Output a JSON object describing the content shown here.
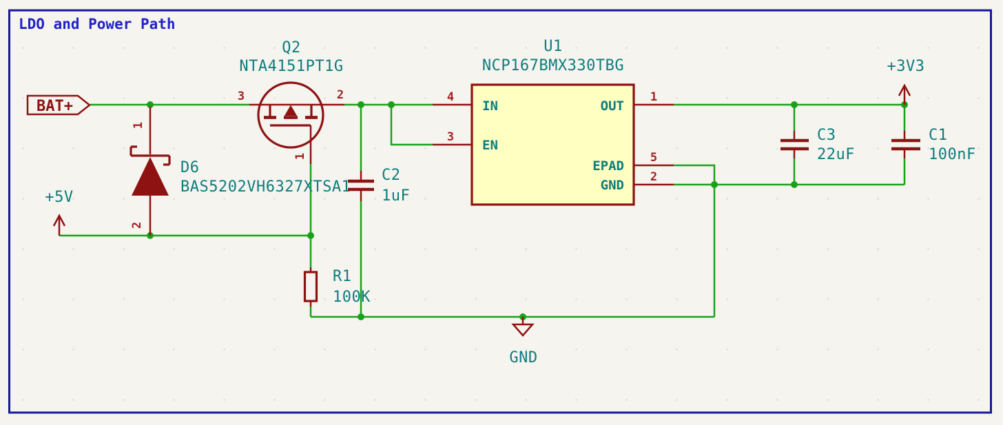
{
  "title": "LDO and Power Path",
  "colors": {
    "background": "#F5F4EF",
    "sheet_border": "#17179B",
    "wire_green": "#1AA11A",
    "symbol_maroon": "#8E1212",
    "pin_number_red": "#A42222",
    "field_teal": "#0E7C7C",
    "title_blue": "#2121C8",
    "ic_body_fill": "#FFFFC2"
  },
  "power": {
    "bat": "BAT+",
    "p5v": "+5V",
    "p3v3": "+3V3",
    "gnd": "GND"
  },
  "components": {
    "d6": {
      "reference": "D6",
      "value": "BAS5202VH6327XTSA1",
      "pin_top": "1",
      "pin_bottom": "2"
    },
    "q2": {
      "reference": "Q2",
      "value": "NTA4151PT1G",
      "pin_left": "3",
      "pin_right": "2",
      "pin_bottom": "1"
    },
    "c2": {
      "reference": "C2",
      "value": "1uF"
    },
    "r1": {
      "reference": "R1",
      "value": "100K"
    },
    "c3": {
      "reference": "C3",
      "value": "22uF"
    },
    "c1": {
      "reference": "C1",
      "value": "100nF"
    },
    "u1": {
      "reference": "U1",
      "value": "NCP167BMX330TBG",
      "pins": [
        {
          "number": "4",
          "name": "IN"
        },
        {
          "number": "3",
          "name": "EN"
        },
        {
          "number": "1",
          "name": "OUT"
        },
        {
          "number": "5",
          "name": "EPAD"
        },
        {
          "number": "2",
          "name": "GND"
        }
      ]
    }
  }
}
